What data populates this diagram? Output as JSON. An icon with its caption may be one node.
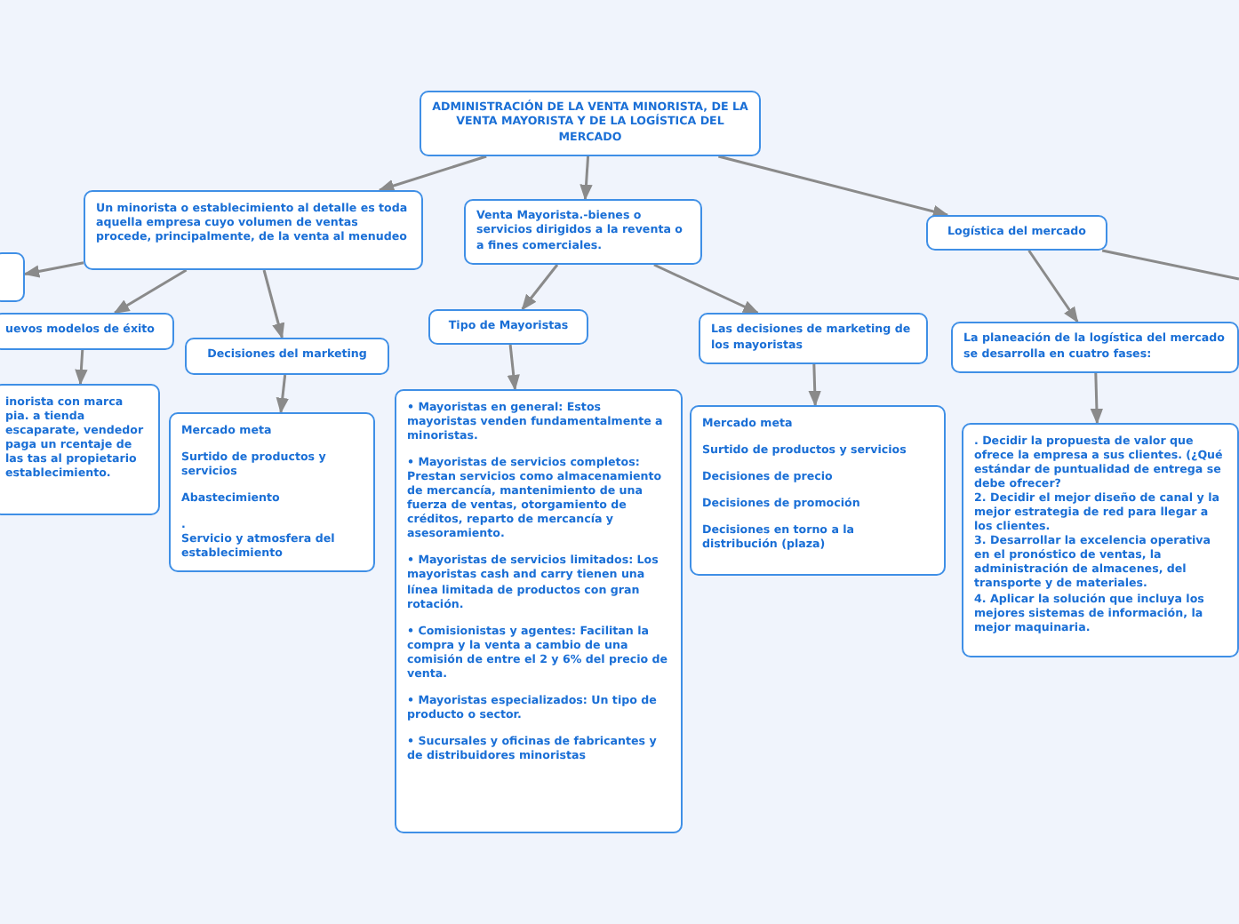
{
  "diagram": {
    "nodes": [
      {
        "text": [
          "ADMINISTRACIÓN DE LA VENTA MINORISTA, DE LA VENTA MAYORISTA Y DE LA LOGÍSTICA DEL MERCADO"
        ]
      },
      {
        "text": [
          "Un minorista o establecimiento al detalle es toda aquella empresa cuyo volumen de ventas procede, principalmente, de la venta al menudeo"
        ]
      },
      {
        "text": [],
        "shape": "box"
      },
      {
        "text": [
          "uevos modelos de éxito"
        ]
      },
      {
        "text": [
          "inorista con marca pia. a tienda escaparate, vendedor paga un rcentaje de las tas al propietario establecimiento."
        ]
      },
      {
        "text": [
          "Decisiones del marketing"
        ]
      },
      {
        "text": [
          "Mercado meta",
          "Surtido de productos y servicios",
          "Abastecimiento",
          ".",
          "Servicio y atmosfera del establecimiento"
        ]
      },
      {
        "text": [
          "Venta Mayorista.-bienes o servicios dirigidos a la reventa o a fines comerciales."
        ]
      },
      {
        "text": [
          "Tipo de Mayoristas"
        ]
      },
      {
        "text": [
          "• Mayoristas en general: Estos mayoristas venden fundamentalmente a minoristas.",
          "• Mayoristas de servicios completos: Prestan servicios como almacenamiento de mercancía, mantenimiento de una fuerza de ventas, otorgamiento de créditos, reparto de mercancía y asesoramiento.",
          "• Mayoristas de servicios limitados: Los mayoristas cash and carry tienen una línea limitada de productos con gran rotación.",
          "• Comisionistas y agentes: Facilitan la compra y la venta a cambio de una comisión de entre el 2 y 6% del precio de venta.",
          "• Mayoristas especializados: Un tipo de producto o sector.",
          "• Sucursales y oficinas de fabricantes y de distribuidores minoristas"
        ]
      },
      {
        "text": [
          "Las decisiones de marketing de los mayoristas"
        ]
      },
      {
        "text": [
          "Mercado meta",
          "Surtido de productos y servicios",
          "Decisiones de precio",
          "Decisiones de promoción",
          "Decisiones en torno a la distribución (plaza)"
        ]
      },
      {
        "text": [
          "Logística del mercado"
        ]
      },
      {
        "text": [
          "La planeación de la logística del mercado se desarrolla en cuatro fases:"
        ]
      },
      {
        "text": [
          ". Decidir la propuesta de valor que ofrece la empresa a sus clientes. (¿Qué estándar de puntualidad de entrega se debe ofrecer?",
          "2. Decidir el mejor diseño de canal y la mejor estrategia de red para llegar a los clientes.",
          "3. Desarrollar la excelencia operativa en el pronóstico de ventas, la administración de almacenes, del transporte y de materiales.",
          "4. Aplicar la solución que incluya los mejores sistemas de información, la mejor maquinaria."
        ]
      }
    ],
    "edges": [
      {
        "from": 0,
        "to": 1,
        "arrow": "to"
      },
      {
        "from": 0,
        "to": 7,
        "arrow": "to"
      },
      {
        "from": 0,
        "to": 12,
        "arrow": "to"
      },
      {
        "from": 1,
        "to": 2,
        "arrow": "to"
      },
      {
        "from": 1,
        "to": 3,
        "arrow": "to"
      },
      {
        "from": 1,
        "to": 5,
        "arrow": "to"
      },
      {
        "from": 3,
        "to": 4,
        "arrow": "to"
      },
      {
        "from": 5,
        "to": 6,
        "arrow": "to"
      },
      {
        "from": 7,
        "to": 8,
        "arrow": "to"
      },
      {
        "from": 7,
        "to": 10,
        "arrow": "to"
      },
      {
        "from": 8,
        "to": 9,
        "arrow": "to"
      },
      {
        "from": 10,
        "to": 11,
        "arrow": "to"
      },
      {
        "from": 12,
        "to": 13,
        "arrow": "to"
      },
      {
        "from": 12,
        "to": null,
        "arrow": "none"
      },
      {
        "from": 13,
        "to": 14,
        "arrow": "to"
      }
    ]
  }
}
